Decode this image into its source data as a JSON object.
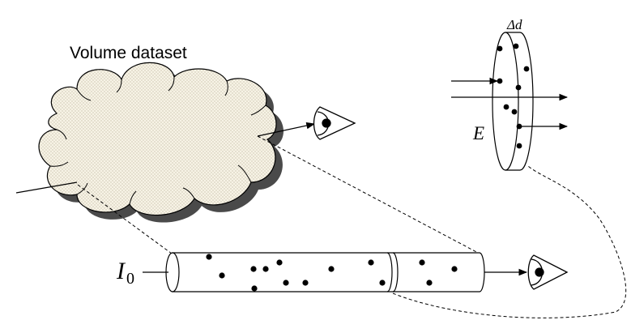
{
  "labels": {
    "volume": "Volume dataset",
    "intensity_main": "I",
    "intensity_sub": "0",
    "emission": "E",
    "slice_thickness": "Δd"
  },
  "colors": {
    "stroke": "#000000",
    "cloud_fill": "#f7f3e6",
    "cloud_dots": "#c9c2ad",
    "shadow": "#4a4a4a"
  },
  "icons": [
    "eye-icon",
    "eye-icon",
    "arrow-icon"
  ]
}
